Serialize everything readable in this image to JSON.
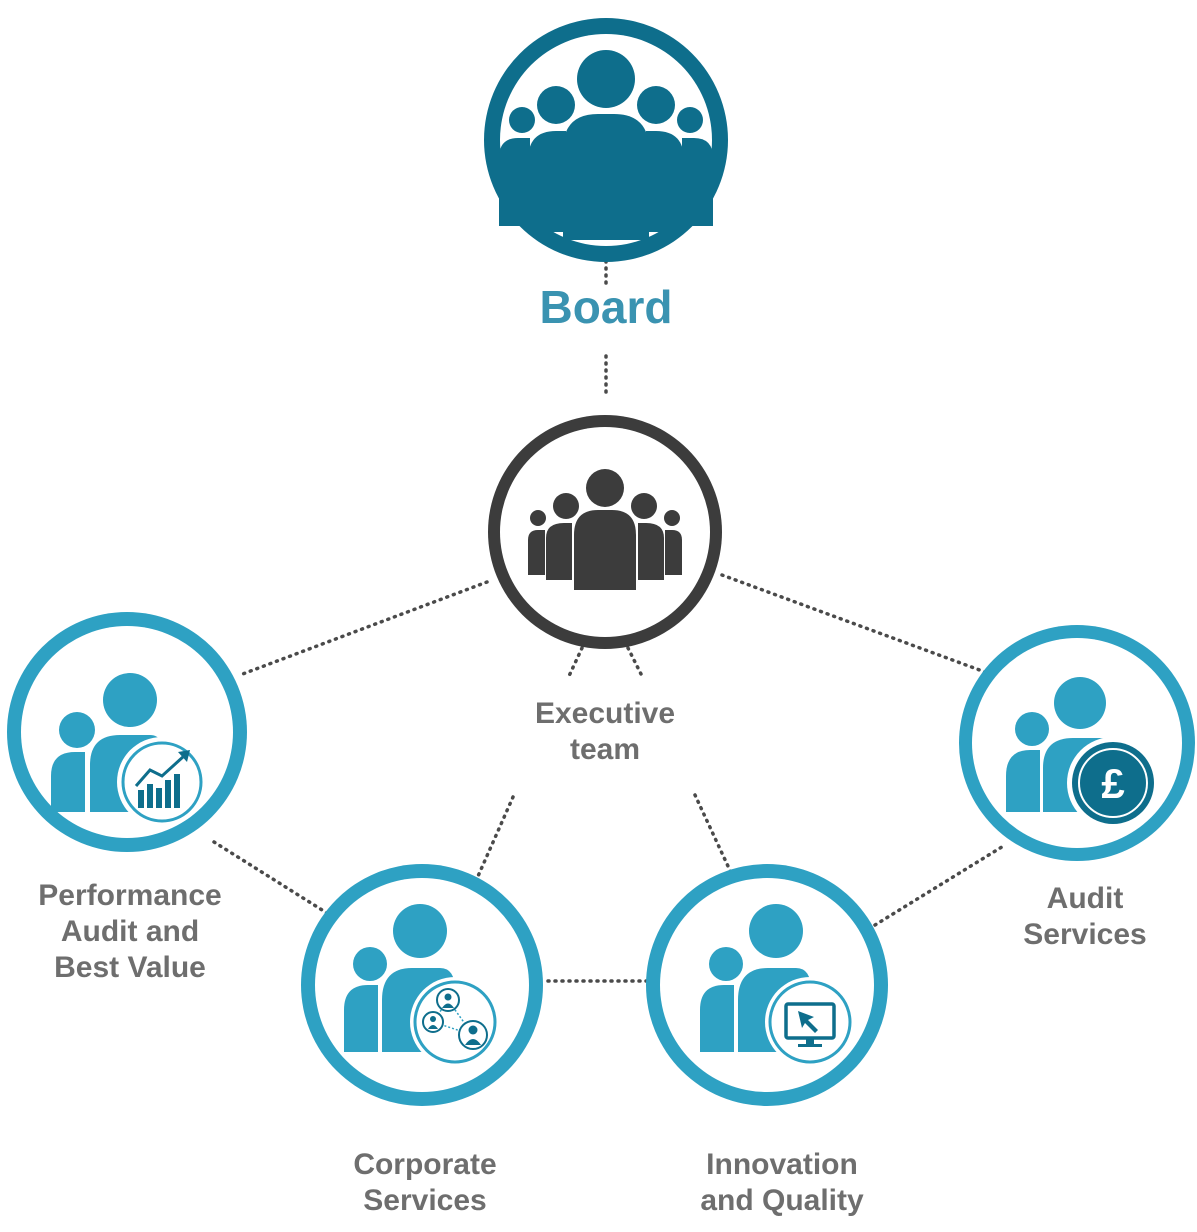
{
  "colors": {
    "board": "#0e6e8c",
    "board_label": "#3a93b1",
    "executive": "#3c3c3c",
    "executive_label": "#6e6e6e",
    "department": "#2ea1c3",
    "department_label": "#6e6e6e",
    "connector": "#4a4a4a"
  },
  "board": {
    "label": "Board",
    "icon": "group-of-people-icon"
  },
  "executive": {
    "label_line1": "Executive",
    "label_line2": "team",
    "icon": "group-of-people-icon"
  },
  "departments": [
    {
      "icon": "person-with-chart-icon",
      "lines": [
        "Performance",
        "Audit and",
        "Best Value"
      ]
    },
    {
      "icon": "person-with-network-icon",
      "lines": [
        "Corporate",
        "Services"
      ]
    },
    {
      "icon": "person-with-monitor-icon",
      "lines": [
        "Innovation",
        "and Quality"
      ]
    },
    {
      "icon": "person-with-pound-coin-icon",
      "lines": [
        "Audit",
        "Services"
      ]
    }
  ]
}
